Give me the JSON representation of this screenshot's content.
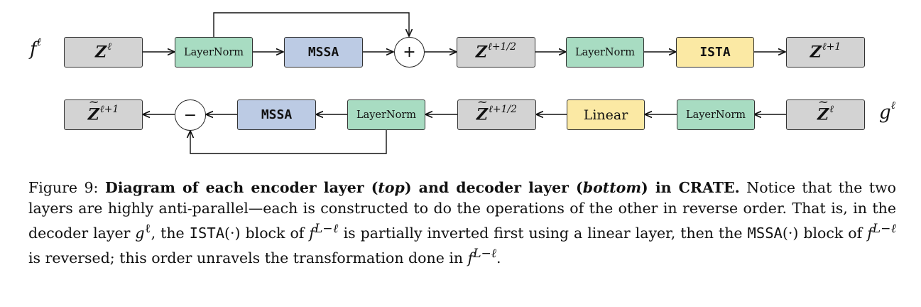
{
  "top_row": {
    "func": "f",
    "func_sup": "ℓ",
    "z_in": {
      "base": "Z",
      "sup": "ℓ"
    },
    "ln1": "LayerNorm",
    "mssa": "MSSA",
    "plus": "+",
    "z_mid": {
      "base": "Z",
      "sup": "ℓ+1/2"
    },
    "ln2": "LayerNorm",
    "ista": "ISTA",
    "z_out": {
      "base": "Z",
      "sup": "ℓ+1"
    }
  },
  "bottom_row": {
    "func": "g",
    "func_sup": "ℓ",
    "z_out": {
      "base": "Z",
      "sup": "ℓ+1"
    },
    "minus": "−",
    "mssa": "MSSA",
    "ln1": "LayerNorm",
    "z_mid": {
      "base": "Z",
      "sup": "ℓ+1/2"
    },
    "linear": "Linear",
    "ln2": "LayerNorm",
    "z_in": {
      "base": "Z",
      "sup": "ℓ"
    }
  },
  "caption": {
    "label": "Figure 9: ",
    "title_a": "Diagram of each encoder layer (",
    "title_top": "top",
    "title_b": ") and decoder layer (",
    "title_bottom": "bottom",
    "title_c": ") in CRATE.",
    "t1": " Notice that the two layers are highly anti-parallel—each is constructed to do the operations of the other in reverse order. That is, in the decoder layer ",
    "g": "g",
    "g_sup": "ℓ",
    "t2": ", the ",
    "ista": "ISTA",
    "paren1": "(·)",
    "t3": " block of ",
    "f1": "f",
    "f1_sup": "L−ℓ",
    "t4": " is partially inverted first using a linear layer, then the ",
    "mssa": "MSSA",
    "paren2": "(·)",
    "t5": " block of ",
    "f2": "f",
    "f2_sup": "L−ℓ",
    "t6": " is reversed; this order unravels the transformation done in ",
    "f3": "f",
    "f3_sup": "L−ℓ",
    "t7": "."
  }
}
